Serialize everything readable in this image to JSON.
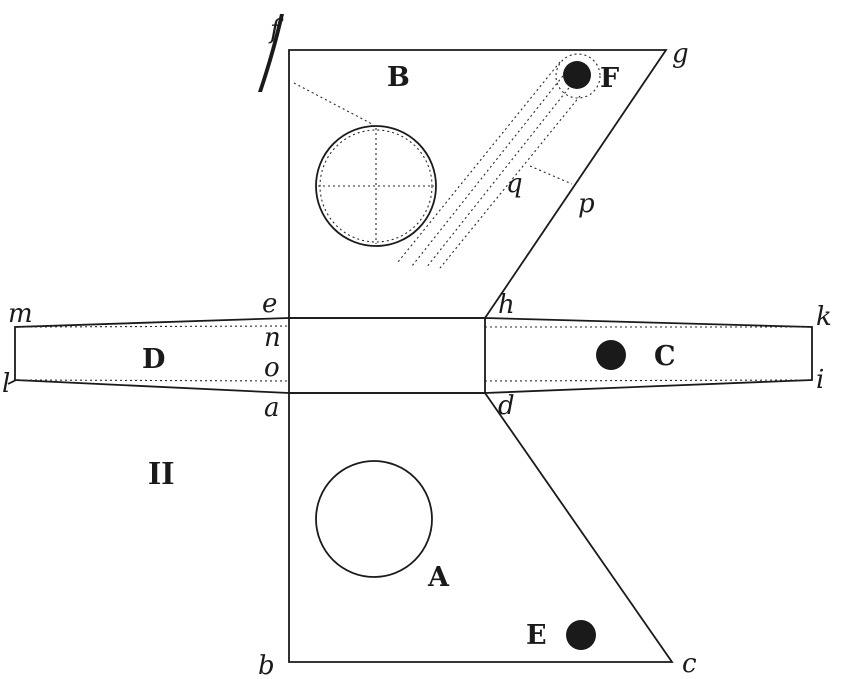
{
  "diagram": {
    "figure_number": "II",
    "pieces": {
      "A": "A",
      "B": "B",
      "C": "C",
      "D": "D",
      "E": "E",
      "F": "F"
    },
    "points": {
      "f": "f",
      "g": "g",
      "q": "q",
      "p": "p",
      "m": "m",
      "e": "e",
      "h": "h",
      "k": "k",
      "n": "n",
      "o": "o",
      "l": "l",
      "i": "i",
      "a": "a",
      "d": "d",
      "b": "b",
      "c": "c"
    }
  }
}
